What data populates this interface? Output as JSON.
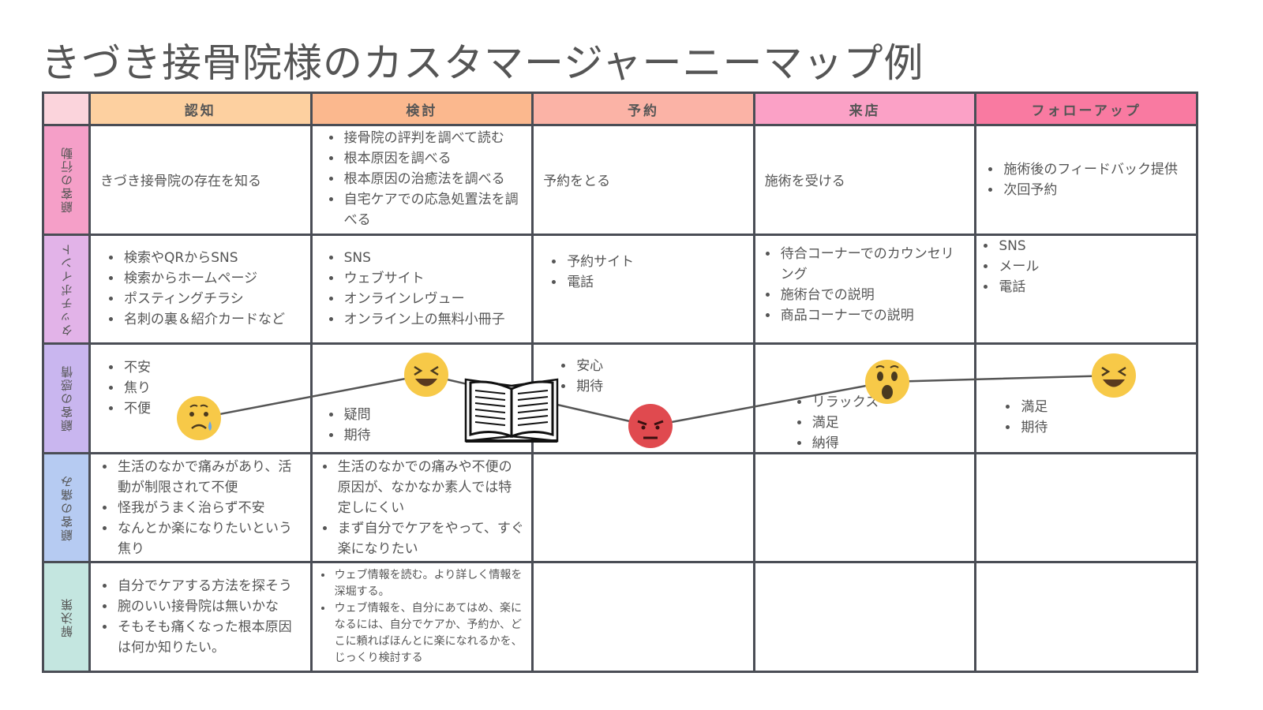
{
  "title": "きづき接骨院様のカスタマージャーニーマップ例",
  "columns": [
    "認知",
    "検討",
    "予約",
    "来店",
    "フォローアップ"
  ],
  "column_colors": [
    "#fdd0a0",
    "#fbb88e",
    "#fbb3a6",
    "#fba1c6",
    "#f97aa1"
  ],
  "rows": [
    {
      "label": "顧客の行動",
      "color": "#f59fc8"
    },
    {
      "label": "タッチポイント",
      "color": "#e2b3e8"
    },
    {
      "label": "顧客の感情",
      "color": "#c9b6ef"
    },
    {
      "label": "顧客の痛み",
      "color": "#b6cbf2"
    },
    {
      "label": "解決策",
      "color": "#c4e6e0"
    }
  ],
  "behavior": {
    "c1": "きづき接骨院の存在を知る",
    "c2": [
      "接骨院の評判を調べて読む",
      "根本原因を調べる",
      "根本原因の治癒法を調べる",
      "自宅ケアでの応急処置法を調べる"
    ],
    "c3": "予約をとる",
    "c4": "施術を受ける",
    "c5": [
      "施術後のフィードバック提供",
      "次回予約"
    ]
  },
  "touchpoints": {
    "c1": [
      "検索やQRからSNS",
      "検索からホームページ",
      "ポスティングチラシ",
      "名刺の裏＆紹介カードなど"
    ],
    "c2": [
      "SNS",
      "ウェブサイト",
      "オンラインレヴュー",
      "オンライン上の無料小冊子"
    ],
    "c3": [
      "予約サイト",
      "電話"
    ],
    "c4": [
      "待合コーナーでのカウンセリング",
      "施術台での説明",
      "商品コーナーでの説明"
    ],
    "c5": [
      "SNS",
      "メール",
      "電話"
    ]
  },
  "emotions": {
    "c1": [
      "不安",
      "焦り",
      "不便"
    ],
    "c2": [
      "疑問",
      "期待"
    ],
    "c3": [
      "安心",
      "期待"
    ],
    "c4": [
      "リラックス",
      "満足",
      "納得"
    ],
    "c5": [
      "満足",
      "期待"
    ],
    "faces": [
      "sad-face",
      "laughing-face",
      "angry-face",
      "surprised-face",
      "laughing-face"
    ]
  },
  "pains": {
    "c1": [
      "生活のなかで痛みがあり、活動が制限されて不便",
      "怪我がうまく治らず不安",
      "なんとか楽になりたいという焦り"
    ],
    "c2": [
      "生活のなかでの痛みや不便の原因が、なかなか素人では特定しにくい",
      "まず自分でケアをやって、すぐ楽になりたい"
    ]
  },
  "solutions": {
    "c1": [
      "自分でケアする方法を探そう",
      "腕のいい接骨院は無いかな",
      "そもそも痛くなった根本原因は何か知りたい。"
    ],
    "c2": [
      "ウェブ情報を読む。より詳しく情報を深堀する。",
      "ウェブ情報を、自分にあてはめ、楽になるには、自分でケアか、予約か、どこに頼ればほんとに楽になれるかを、じっくり検討する"
    ]
  }
}
